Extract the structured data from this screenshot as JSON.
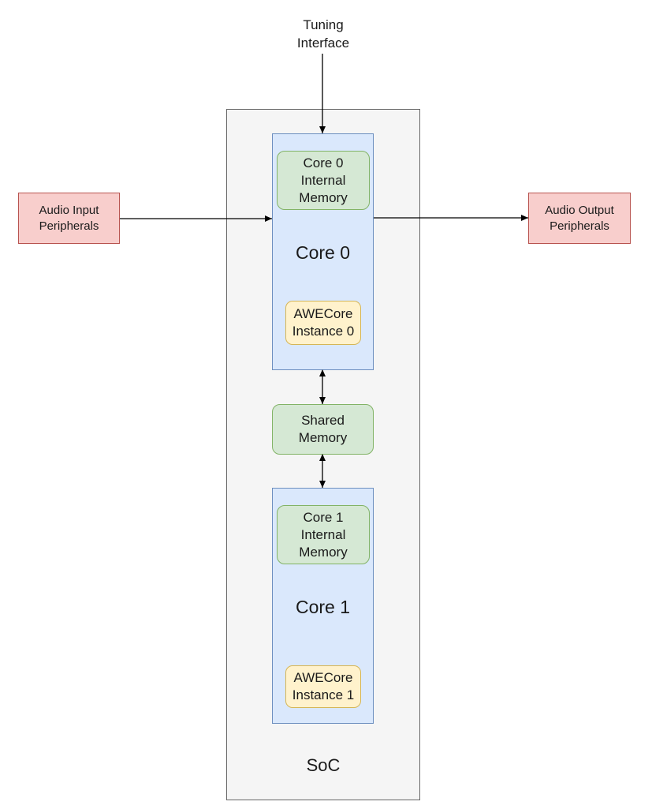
{
  "diagram": {
    "tuning_interface": "Tuning\nInterface",
    "audio_input": "Audio Input\nPeripherals",
    "audio_output": "Audio Output\nPeripherals",
    "soc": "SoC",
    "core0": {
      "label": "Core 0",
      "memory": "Core 0\nInternal\nMemory",
      "instance": "AWECore\nInstance 0"
    },
    "shared_memory": "Shared\nMemory",
    "core1": {
      "label": "Core 1",
      "memory": "Core 1\nInternal\nMemory",
      "instance": "AWECore\nInstance 1"
    },
    "colors": {
      "soc_fill": "#f5f5f5",
      "core_fill": "#dae8fc",
      "memory_fill": "#d5e8d4",
      "instance_fill": "#fff2cc",
      "peripheral_fill": "#f8cecc"
    }
  }
}
